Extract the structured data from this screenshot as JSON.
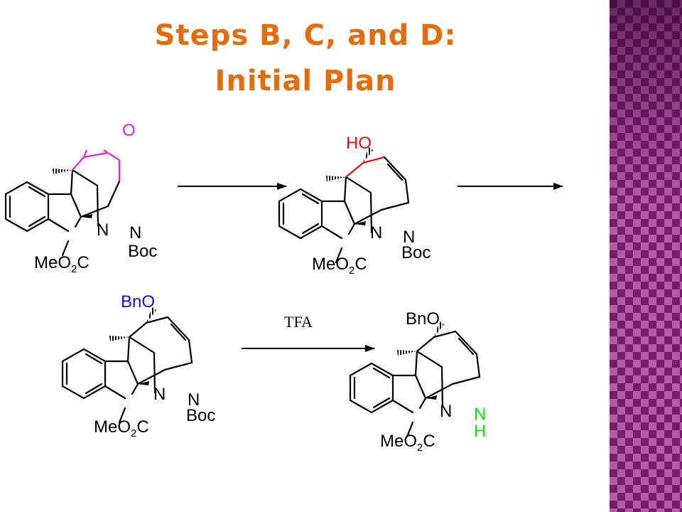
{
  "title": {
    "line1": "Steps B, C, and D:",
    "line2": "Initial Plan"
  },
  "colors": {
    "title": "#e46c0a",
    "epoxide": "#e020e0",
    "alcohol": "#e01010",
    "benzyl_ether": "#1010e0",
    "amine": "#10e010",
    "side_panel": "#7a1c6e"
  },
  "reagent": {
    "tfa": "TFA"
  },
  "structures": [
    {
      "o_label": "O",
      "n_indoline": "N",
      "n_bridge": "N",
      "boc": "Boc",
      "carbamate": {
        "a": "MeO",
        "sub": "2",
        "b": "C"
      }
    },
    {
      "o_label": "HO",
      "n_indoline": "N",
      "n_bridge": "N",
      "boc": "Boc",
      "carbamate": {
        "a": "MeO",
        "sub": "2",
        "b": "C"
      }
    },
    {
      "o_label": "BnO",
      "n_indoline": "N",
      "n_bridge": "N",
      "boc": "Boc",
      "carbamate": {
        "a": "MeO",
        "sub": "2",
        "b": "C"
      }
    },
    {
      "o_label": "BnO",
      "n_indoline": "N",
      "n_bridge": "N",
      "h_label": "H",
      "carbamate": {
        "a": "MeO",
        "sub": "2",
        "b": "C"
      }
    }
  ]
}
